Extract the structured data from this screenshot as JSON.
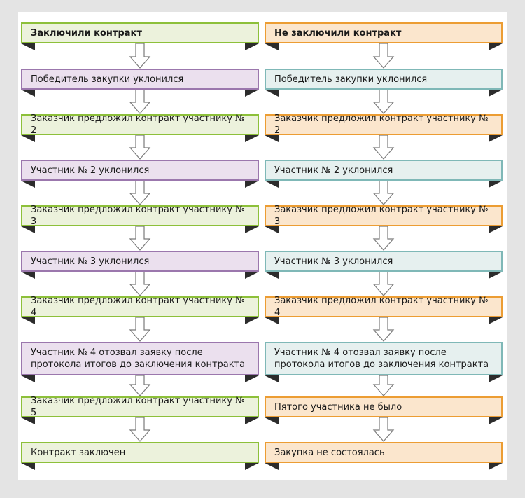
{
  "columns": [
    {
      "id": "left",
      "steps": [
        {
          "text": "Заключили контракт",
          "color": "#8dc03a",
          "bold": true
        },
        {
          "text": "Победитель закупки уклонился",
          "color": "#9b77ad"
        },
        {
          "text": "Заказчик предложил контракт участнику № 2",
          "color": "#8dc03a"
        },
        {
          "text": "Участник № 2 уклонился",
          "color": "#9b77ad"
        },
        {
          "text": "Заказчик предложил контракт участнику № 3",
          "color": "#8dc03a"
        },
        {
          "text": "Участник № 3 уклонился",
          "color": "#9b77ad"
        },
        {
          "text": "Заказчик предложил контракт участнику № 4",
          "color": "#8dc03a"
        },
        {
          "text": "Участник № 4 отозвал заявку после протокола итогов до заключения контракта",
          "color": "#9b77ad"
        },
        {
          "text": "Заказчик предложил контракт участнику № 5",
          "color": "#8dc03a"
        },
        {
          "text": "Контракт заключен",
          "color": "#8dc03a"
        }
      ]
    },
    {
      "id": "right",
      "steps": [
        {
          "text": "Не заключили контракт",
          "color": "#ec9d33",
          "bold": true
        },
        {
          "text": "Победитель закупки уклонился",
          "color": "#7fb8b7"
        },
        {
          "text": "Заказчик предложил контракт участнику № 2",
          "color": "#ec9d33"
        },
        {
          "text": "Участник № 2 уклонился",
          "color": "#7fb8b7"
        },
        {
          "text": "Заказчик предложил контракт участнику № 3",
          "color": "#ec9d33"
        },
        {
          "text": "Участник № 3 уклонился",
          "color": "#7fb8b7"
        },
        {
          "text": "Заказчик предложил контракт участнику № 4",
          "color": "#ec9d33"
        },
        {
          "text": "Участник № 4 отозвал заявку после протокола итогов до заключения контракта",
          "color": "#7fb8b7"
        },
        {
          "text": "Пятого участника не было",
          "color": "#ec9d33"
        },
        {
          "text": "Закупка не состоялась",
          "color": "#ec9d33"
        }
      ]
    }
  ]
}
